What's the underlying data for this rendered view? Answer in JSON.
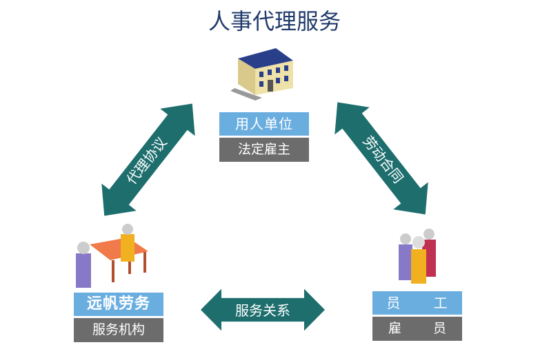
{
  "title": "人事代理服务",
  "nodes": {
    "employer": {
      "primary": "用人单位",
      "secondary": "法定雇主"
    },
    "agency": {
      "primary": "远帆劳务",
      "secondary": "服务机构"
    },
    "employee": {
      "primary": "员 工",
      "secondary": "雇 员"
    }
  },
  "relations": {
    "agency_employer": "代理协议",
    "employer_employee": "劳动合同",
    "agency_employee": "服务关系"
  },
  "colors": {
    "arrow": "#1e6e6e",
    "label_blue": "#6aaee0",
    "label_gray": "#6c6c6c"
  }
}
